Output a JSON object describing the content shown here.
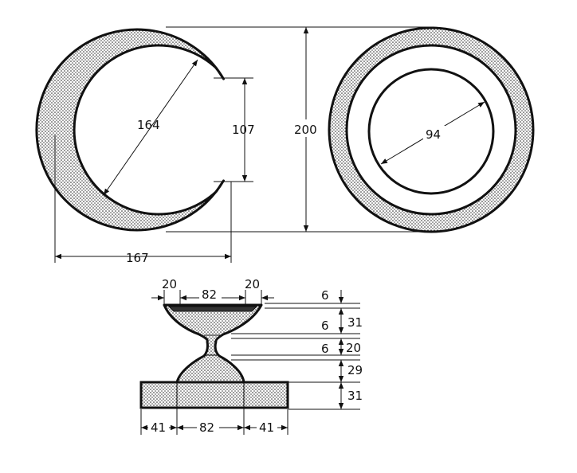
{
  "drawing": {
    "colors": {
      "ink": "#111111",
      "paper": "#ffffff"
    },
    "top_view_open_ring": {
      "inner_diameter": "164",
      "gap": "107",
      "overall_width": "167"
    },
    "overall_height": "200",
    "top_view_closed_ring": {
      "inner_diameter": "94"
    },
    "side_view": {
      "top_left_rim": "20",
      "top_center": "82",
      "top_right_rim": "20",
      "right_dims": {
        "d1": "6",
        "d2": "6",
        "d3": "6",
        "h_top": "31",
        "h_neck": "20",
        "h_lower": "29",
        "h_base": "31"
      },
      "bottom_left": "41",
      "bottom_center": "82",
      "bottom_right": "41"
    }
  }
}
